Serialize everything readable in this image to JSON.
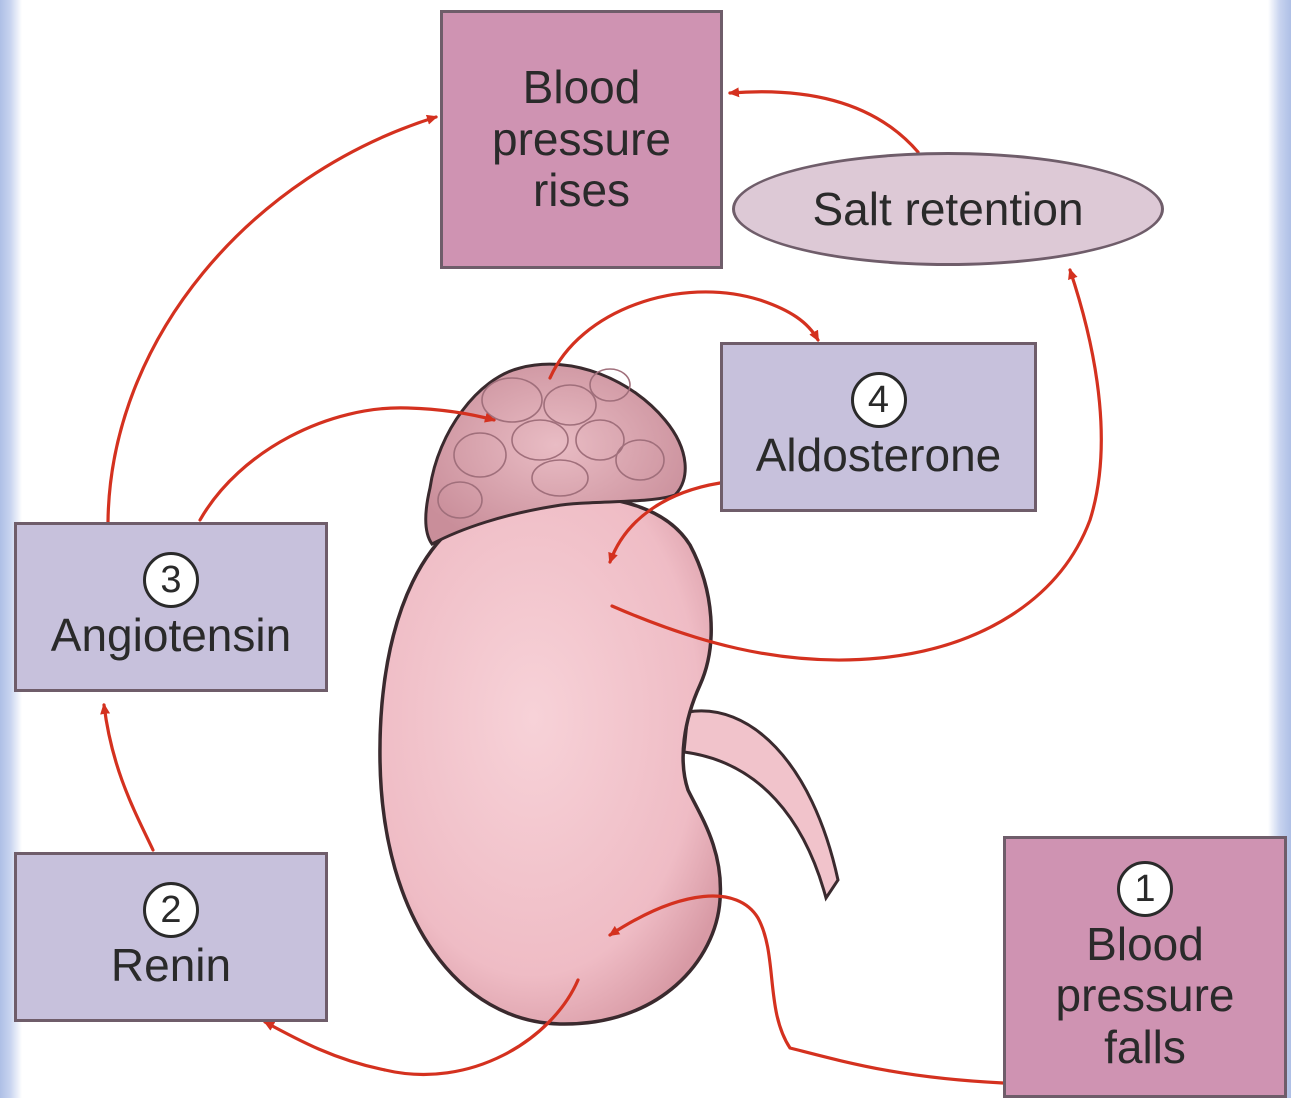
{
  "nodes": {
    "bp_rises": {
      "label": "Blood\npressure\nrises"
    },
    "salt": {
      "label": "Salt retention"
    },
    "aldosterone": {
      "number": "4",
      "label": "Aldosterone"
    },
    "angiotensin": {
      "number": "3",
      "label": "Angiotensin"
    },
    "renin": {
      "number": "2",
      "label": "Renin"
    },
    "bp_falls": {
      "number": "1",
      "label": "Blood\npressure\nfalls"
    }
  },
  "colors": {
    "arrow": "#d4311f",
    "kidney": "#f3c2ca",
    "adrenal_gland": "#e2aab4",
    "ureter": "#f1c3cb",
    "pink_box": "#cf93b2",
    "lavender_box": "#c7c1dc"
  }
}
